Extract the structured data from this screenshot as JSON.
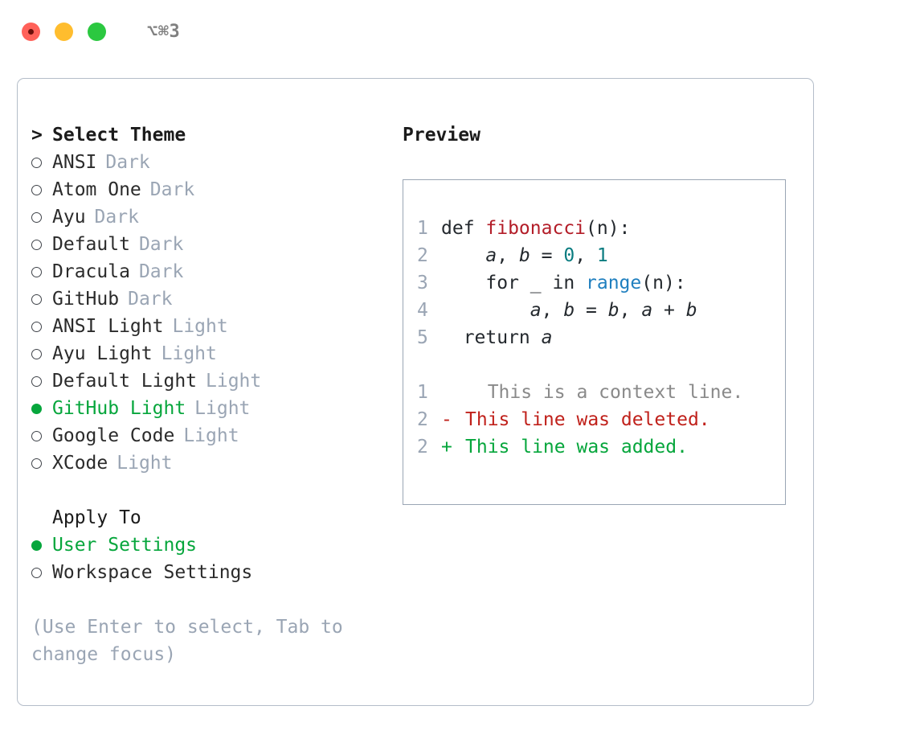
{
  "titlebar": {
    "shortcut": "⌥⌘3",
    "lights": [
      "close",
      "minimize",
      "zoom"
    ]
  },
  "theme_picker": {
    "header_caret": ">",
    "header": "Select Theme",
    "items": [
      {
        "bullet": "○",
        "label": "ANSI",
        "variant": "Dark",
        "selected": false
      },
      {
        "bullet": "○",
        "label": "Atom One",
        "variant": "Dark",
        "selected": false
      },
      {
        "bullet": "○",
        "label": "Ayu",
        "variant": "Dark",
        "selected": false
      },
      {
        "bullet": "○",
        "label": "Default",
        "variant": "Dark",
        "selected": false
      },
      {
        "bullet": "○",
        "label": "Dracula",
        "variant": "Dark",
        "selected": false
      },
      {
        "bullet": "○",
        "label": "GitHub",
        "variant": "Dark",
        "selected": false
      },
      {
        "bullet": "○",
        "label": "ANSI Light",
        "variant": "Light",
        "selected": false
      },
      {
        "bullet": "○",
        "label": "Ayu Light",
        "variant": "Light",
        "selected": false
      },
      {
        "bullet": "○",
        "label": "Default Light",
        "variant": "Light",
        "selected": false
      },
      {
        "bullet": "●",
        "label": "GitHub Light",
        "variant": "Light",
        "selected": true
      },
      {
        "bullet": "○",
        "label": "Google Code",
        "variant": "Light",
        "selected": false
      },
      {
        "bullet": "○",
        "label": "XCode",
        "variant": "Light",
        "selected": false
      }
    ]
  },
  "apply_to": {
    "title": "Apply To",
    "items": [
      {
        "bullet": "●",
        "label": "User Settings",
        "selected": true
      },
      {
        "bullet": "○",
        "label": "Workspace Settings",
        "selected": false
      }
    ]
  },
  "hint": "(Use Enter to select, Tab to change focus)",
  "preview": {
    "title": "Preview",
    "code_lines": [
      {
        "no": "1",
        "tokens": [
          {
            "t": "def ",
            "c": "plain"
          },
          {
            "t": "fibonacci",
            "c": "fn"
          },
          {
            "t": "(n):",
            "c": "plain"
          }
        ]
      },
      {
        "no": "2",
        "tokens": [
          {
            "t": "    ",
            "c": "plain"
          },
          {
            "t": "a",
            "c": "var"
          },
          {
            "t": ", ",
            "c": "plain"
          },
          {
            "t": "b",
            "c": "var"
          },
          {
            "t": " = ",
            "c": "plain"
          },
          {
            "t": "0",
            "c": "num"
          },
          {
            "t": ", ",
            "c": "plain"
          },
          {
            "t": "1",
            "c": "num"
          }
        ]
      },
      {
        "no": "3",
        "tokens": [
          {
            "t": "    for _ in ",
            "c": "plain"
          },
          {
            "t": "range",
            "c": "call"
          },
          {
            "t": "(n):",
            "c": "plain"
          }
        ]
      },
      {
        "no": "4",
        "tokens": [
          {
            "t": "        ",
            "c": "plain"
          },
          {
            "t": "a",
            "c": "var"
          },
          {
            "t": ", ",
            "c": "plain"
          },
          {
            "t": "b",
            "c": "var"
          },
          {
            "t": " = ",
            "c": "plain"
          },
          {
            "t": "b",
            "c": "var"
          },
          {
            "t": ", ",
            "c": "plain"
          },
          {
            "t": "a",
            "c": "var"
          },
          {
            "t": " + ",
            "c": "plain"
          },
          {
            "t": "b",
            "c": "var"
          }
        ]
      },
      {
        "no": "5",
        "tokens": [
          {
            "t": "  return ",
            "c": "plain"
          },
          {
            "t": "a",
            "c": "var"
          }
        ]
      }
    ],
    "diff_lines": [
      {
        "no": "1",
        "mark": "",
        "text": "  This is a context line.",
        "kind": "ctx"
      },
      {
        "no": "2",
        "mark": "-",
        "text": "This line was deleted.",
        "kind": "del"
      },
      {
        "no": "2",
        "mark": "+",
        "text": "This line was added.",
        "kind": "add"
      }
    ]
  },
  "colors": {
    "accent_green": "#06a63c",
    "muted": "#9aa5b4",
    "fn_red": "#b31d28",
    "num_teal": "#0a7c80",
    "call_blue": "#1f7fbf",
    "diff_del": "#c0211b",
    "diff_add": "#06a63c",
    "border": "#b4bdc9"
  }
}
